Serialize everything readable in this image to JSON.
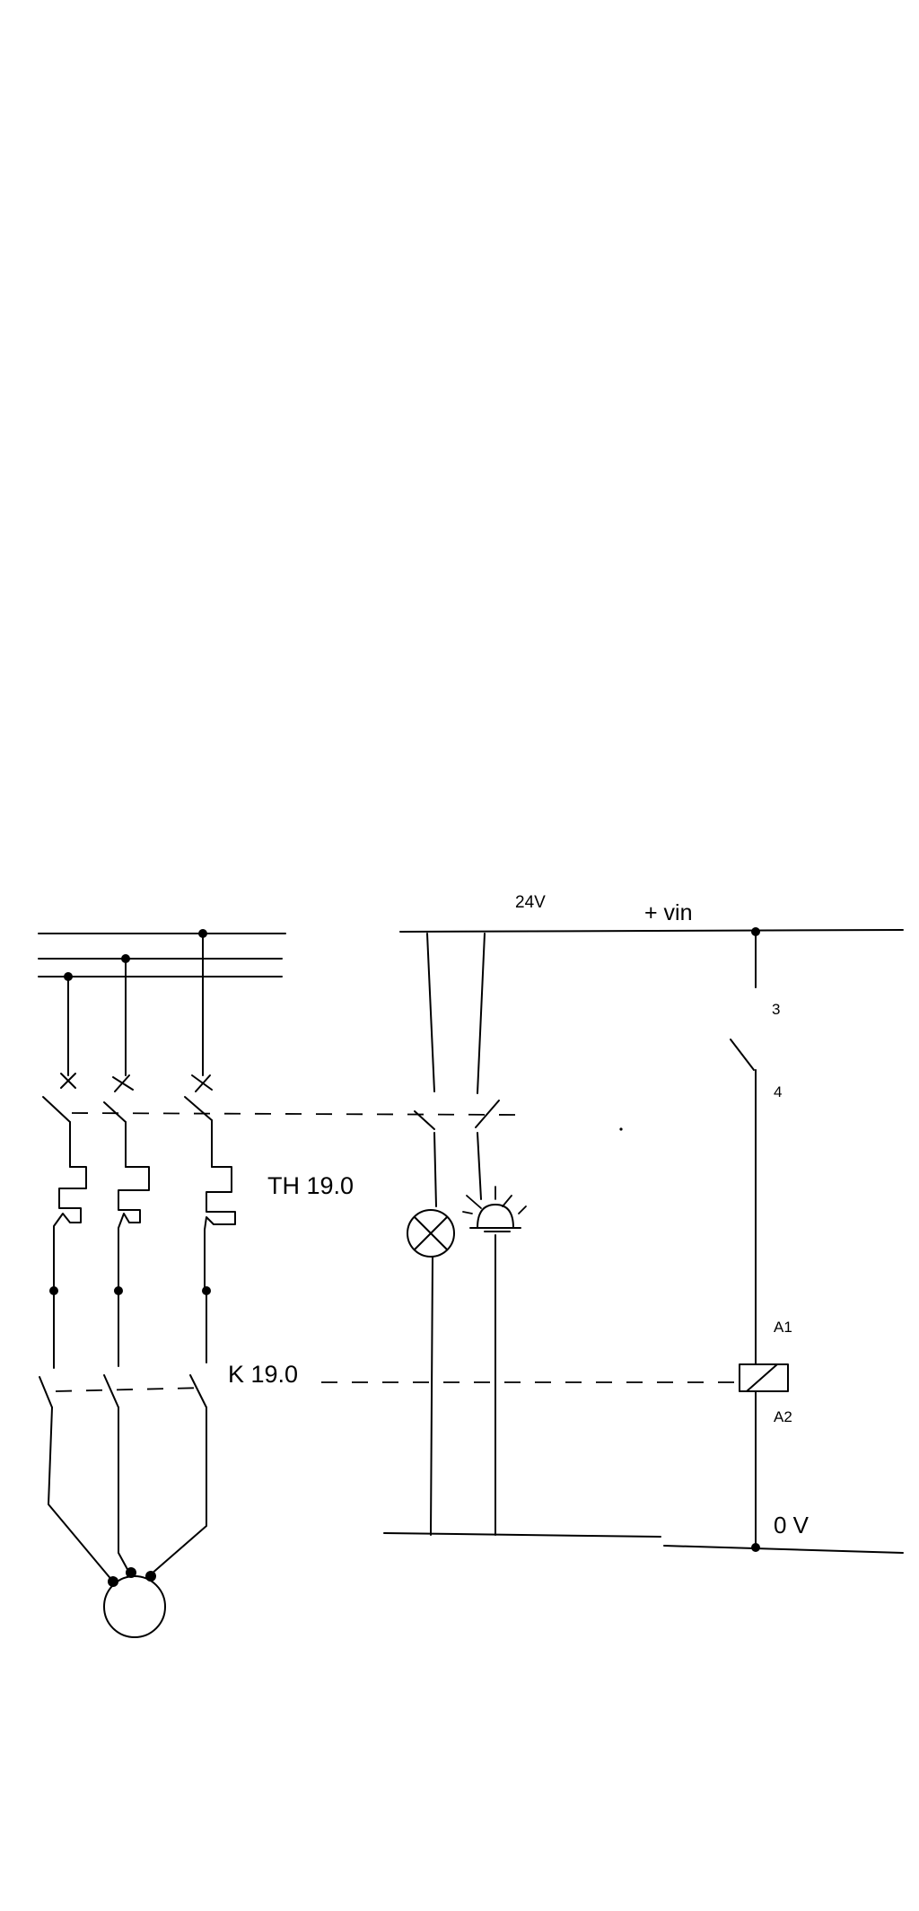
{
  "diagram": {
    "labels": {
      "supply_voltage": "24V",
      "positive_rail": "+ vin",
      "zero_rail": "0 V",
      "contact_terminal_top": "3",
      "contact_terminal_bottom": "4",
      "coil_terminal_top": "A1",
      "coil_terminal_bottom": "A2",
      "thermal_overload": "TH 19.0",
      "contactor": "K 19.0"
    }
  }
}
